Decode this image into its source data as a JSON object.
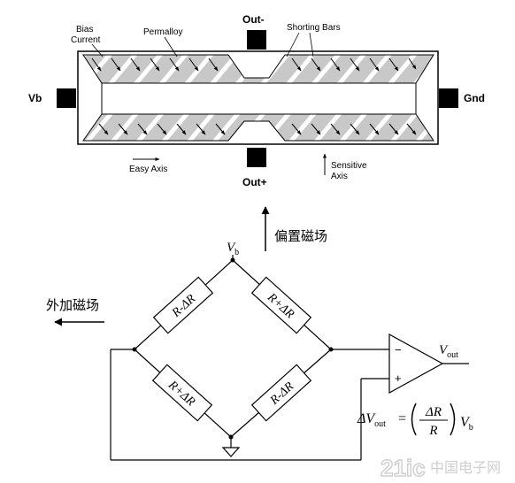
{
  "sensor": {
    "bias_current_line1": "Bias",
    "bias_current_line2": "Current",
    "permalloy": "Permalloy",
    "out_minus": "Out-",
    "shorting_bars": "Shorting Bars",
    "vb": "Vb",
    "gnd": "Gnd",
    "easy_axis": "Easy Axis",
    "out_plus": "Out+",
    "sensitive_axis_line1": "Sensitive",
    "sensitive_axis_line2": "Axis"
  },
  "bridge": {
    "bias_field": "偏置磁场",
    "external_field": "外加磁场",
    "vb_main": "V",
    "vb_sub": "b",
    "r_top_left": "R-ΔR",
    "r_top_right": "R+ΔR",
    "r_bottom_left": "R+ΔR",
    "r_bottom_right": "R-ΔR",
    "amp_minus": "−",
    "amp_plus": "+",
    "vout_main": "V",
    "vout_sub": "out"
  },
  "formula": {
    "delta_v": "ΔV",
    "out_sub": "out",
    "equals": "=",
    "numerator": "ΔR",
    "denominator": "R",
    "vb_main": "V",
    "vb_sub": "b"
  },
  "watermark": {
    "brand_latin": "21ic",
    "brand_cjk": "中国电子网"
  },
  "colors": {
    "stripe": "#c8c8c8",
    "bar": "#ffffff",
    "line": "#000000",
    "watermark": "#bfbfbf"
  }
}
